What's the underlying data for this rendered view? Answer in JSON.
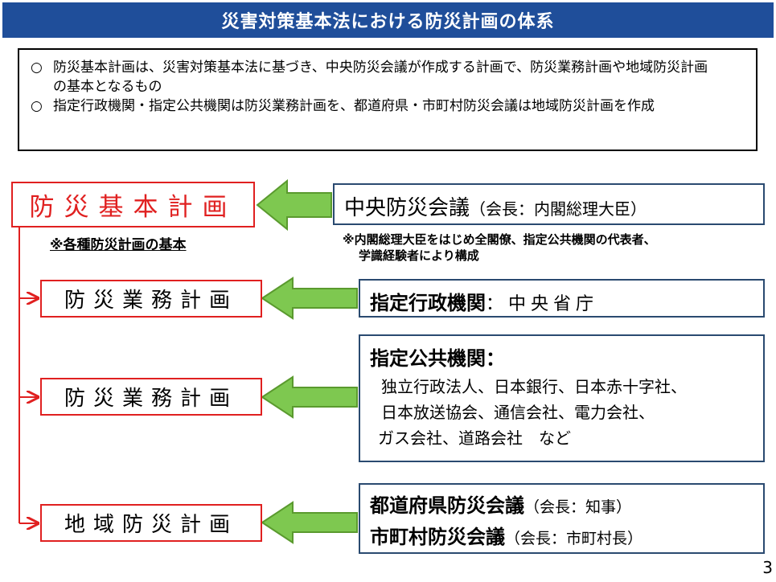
{
  "title": "災害対策基本法における防災計画の体系",
  "notes": [
    {
      "mark": "○",
      "text": "防災基本計画は、災害対策基本法に基づき、中央防災会議が作成する計画で、防災業務計画や地域防災計画の基本となるもの"
    },
    {
      "mark": "○",
      "text": "指定行政機関・指定公共機関は防災業務計画を、都道府県・市町村防災会議は地域防災計画を作成"
    }
  ],
  "plans": {
    "main": "防災基本計画",
    "main_sub": "※各種防災計画の基本",
    "business1": "防災業務計画",
    "business2": "防災業務計画",
    "regional": "地域防災計画"
  },
  "bodies": {
    "central": {
      "name": "中央防災会議",
      "chair": "（会長：内閣総理大臣）"
    },
    "central_note_1": "※内閣総理大臣をはじめ全閣僚、指定公共機関の代表者、",
    "central_note_2": "学識経験者により構成",
    "admin": {
      "name": "指定行政機関",
      "detail": "：中央省庁"
    },
    "public": {
      "name": "指定公共機関：",
      "lines": [
        "独立行政法人、日本銀行、日本赤十字社、",
        "日本放送協会、通信会社、電力会社、",
        "ガス会社、道路会社　など"
      ]
    },
    "pref": {
      "name": "都道府県防災会議",
      "chair": "（会長：知事）"
    },
    "muni": {
      "name": "市町村防災会議",
      "chair": "（会長：市町村長）"
    }
  },
  "page_number": "3",
  "colors": {
    "title_bg": "#1f4e9a",
    "plan_border": "#e02020",
    "body_border": "#2a4a70",
    "arrow_fill": "#7ec850",
    "arrow_stroke": "#5a9a2e"
  }
}
